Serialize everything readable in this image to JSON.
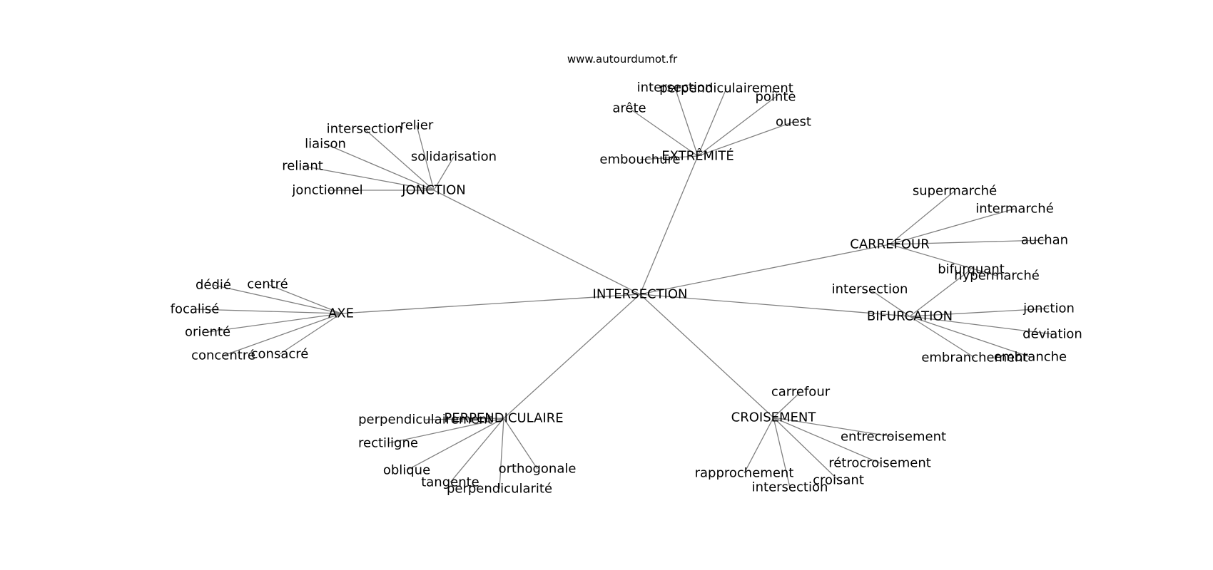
{
  "header": {
    "site": "www.autourdumot.fr"
  },
  "graph": {
    "center": "INTERSECTION",
    "groups": [
      {
        "label": "JONCTION",
        "children": [
          "intersection",
          "relier",
          "liaison",
          "solidarisation",
          "reliant",
          "jonctionnel"
        ]
      },
      {
        "label": "EXTRÊMITÉ",
        "children": [
          "intersection",
          "perpendiculairement",
          "pointe",
          "arête",
          "ouest",
          "embouchure"
        ]
      },
      {
        "label": "CARREFOUR",
        "children": [
          "supermarché",
          "intermarché",
          "auchan",
          "hypermarché"
        ]
      },
      {
        "label": "BIFURCATION",
        "children": [
          "bifurquant",
          "intersection",
          "jonction",
          "déviation",
          "embranchement",
          "embranche"
        ]
      },
      {
        "label": "AXE",
        "children": [
          "dédié",
          "centré",
          "focalisé",
          "orienté",
          "concentré",
          "consacré"
        ]
      },
      {
        "label": "PERPENDICULAIRE",
        "children": [
          "perpendiculairement",
          "rectiligne",
          "oblique",
          "tangente",
          "perpendicularité",
          "orthogonale"
        ]
      },
      {
        "label": "CROISEMENT",
        "children": [
          "carrefour",
          "entrecroisement",
          "rétrocroisement",
          "croisant",
          "intersection",
          "rapprochement"
        ]
      }
    ]
  }
}
